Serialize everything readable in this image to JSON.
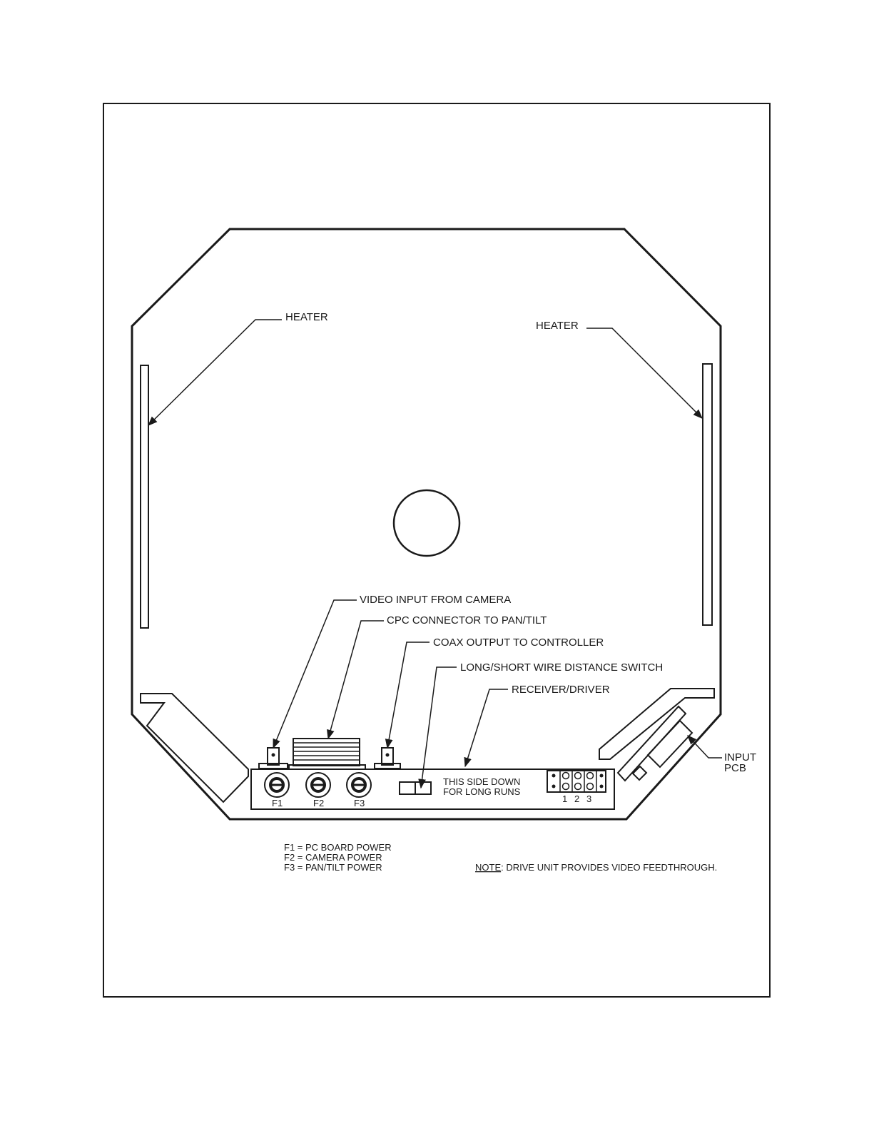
{
  "labels": {
    "heater_left": "HEATER",
    "heater_right": "HEATER",
    "video_input": "VIDEO INPUT FROM CAMERA",
    "cpc_connector": "CPC CONNECTOR TO PAN/TILT",
    "coax_output": "COAX OUTPUT TO CONTROLLER",
    "switch": "LONG/SHORT WIRE DISTANCE SWITCH",
    "receiver": "RECEIVER/DRIVER",
    "input_pcb_line1": "INPUT",
    "input_pcb_line2": "PCB",
    "this_side_line1": "THIS SIDE DOWN",
    "this_side_line2": "FOR LONG RUNS"
  },
  "fuses": [
    "F1",
    "F2",
    "F3"
  ],
  "terminal_numbers": [
    "1",
    "2",
    "3"
  ],
  "legend": [
    "F1 = PC BOARD POWER",
    "F2 = CAMERA POWER",
    "F3 = PAN/TILT POWER"
  ],
  "note": {
    "word": "NOTE",
    "text": ": DRIVE UNIT PROVIDES VIDEO FEEDTHROUGH."
  }
}
